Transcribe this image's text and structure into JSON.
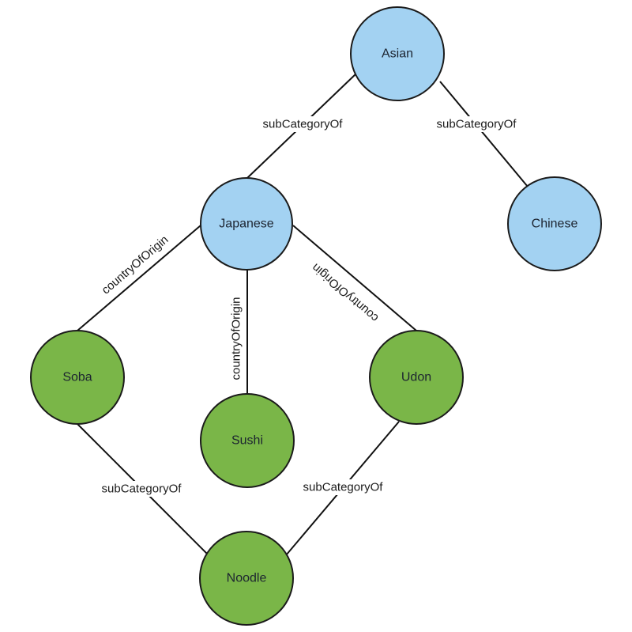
{
  "title": "Asian cuisine knowledge graph",
  "colors": {
    "category_fill": "#a3d2f2",
    "dish_fill": "#7ab648",
    "stroke": "#1b1b1b",
    "background": "#ffffff"
  },
  "nodes": [
    {
      "id": "asian",
      "label": "Asian",
      "kind": "category"
    },
    {
      "id": "japanese",
      "label": "Japanese",
      "kind": "category"
    },
    {
      "id": "chinese",
      "label": "Chinese",
      "kind": "category"
    },
    {
      "id": "soba",
      "label": "Soba",
      "kind": "dish"
    },
    {
      "id": "sushi",
      "label": "Sushi",
      "kind": "dish"
    },
    {
      "id": "udon",
      "label": "Udon",
      "kind": "dish"
    },
    {
      "id": "noodle",
      "label": "Noodle",
      "kind": "dish"
    }
  ],
  "edges": [
    {
      "from": "japanese",
      "to": "asian",
      "label": "subCategoryOf"
    },
    {
      "from": "chinese",
      "to": "asian",
      "label": "subCategoryOf"
    },
    {
      "from": "soba",
      "to": "japanese",
      "label": "countryOfOrigin"
    },
    {
      "from": "sushi",
      "to": "japanese",
      "label": "countryOfOrigin"
    },
    {
      "from": "udon",
      "to": "japanese",
      "label": "countryOfOrigin"
    },
    {
      "from": "soba",
      "to": "noodle",
      "label": "subCategoryOf"
    },
    {
      "from": "udon",
      "to": "noodle",
      "label": "subCategoryOf"
    }
  ]
}
